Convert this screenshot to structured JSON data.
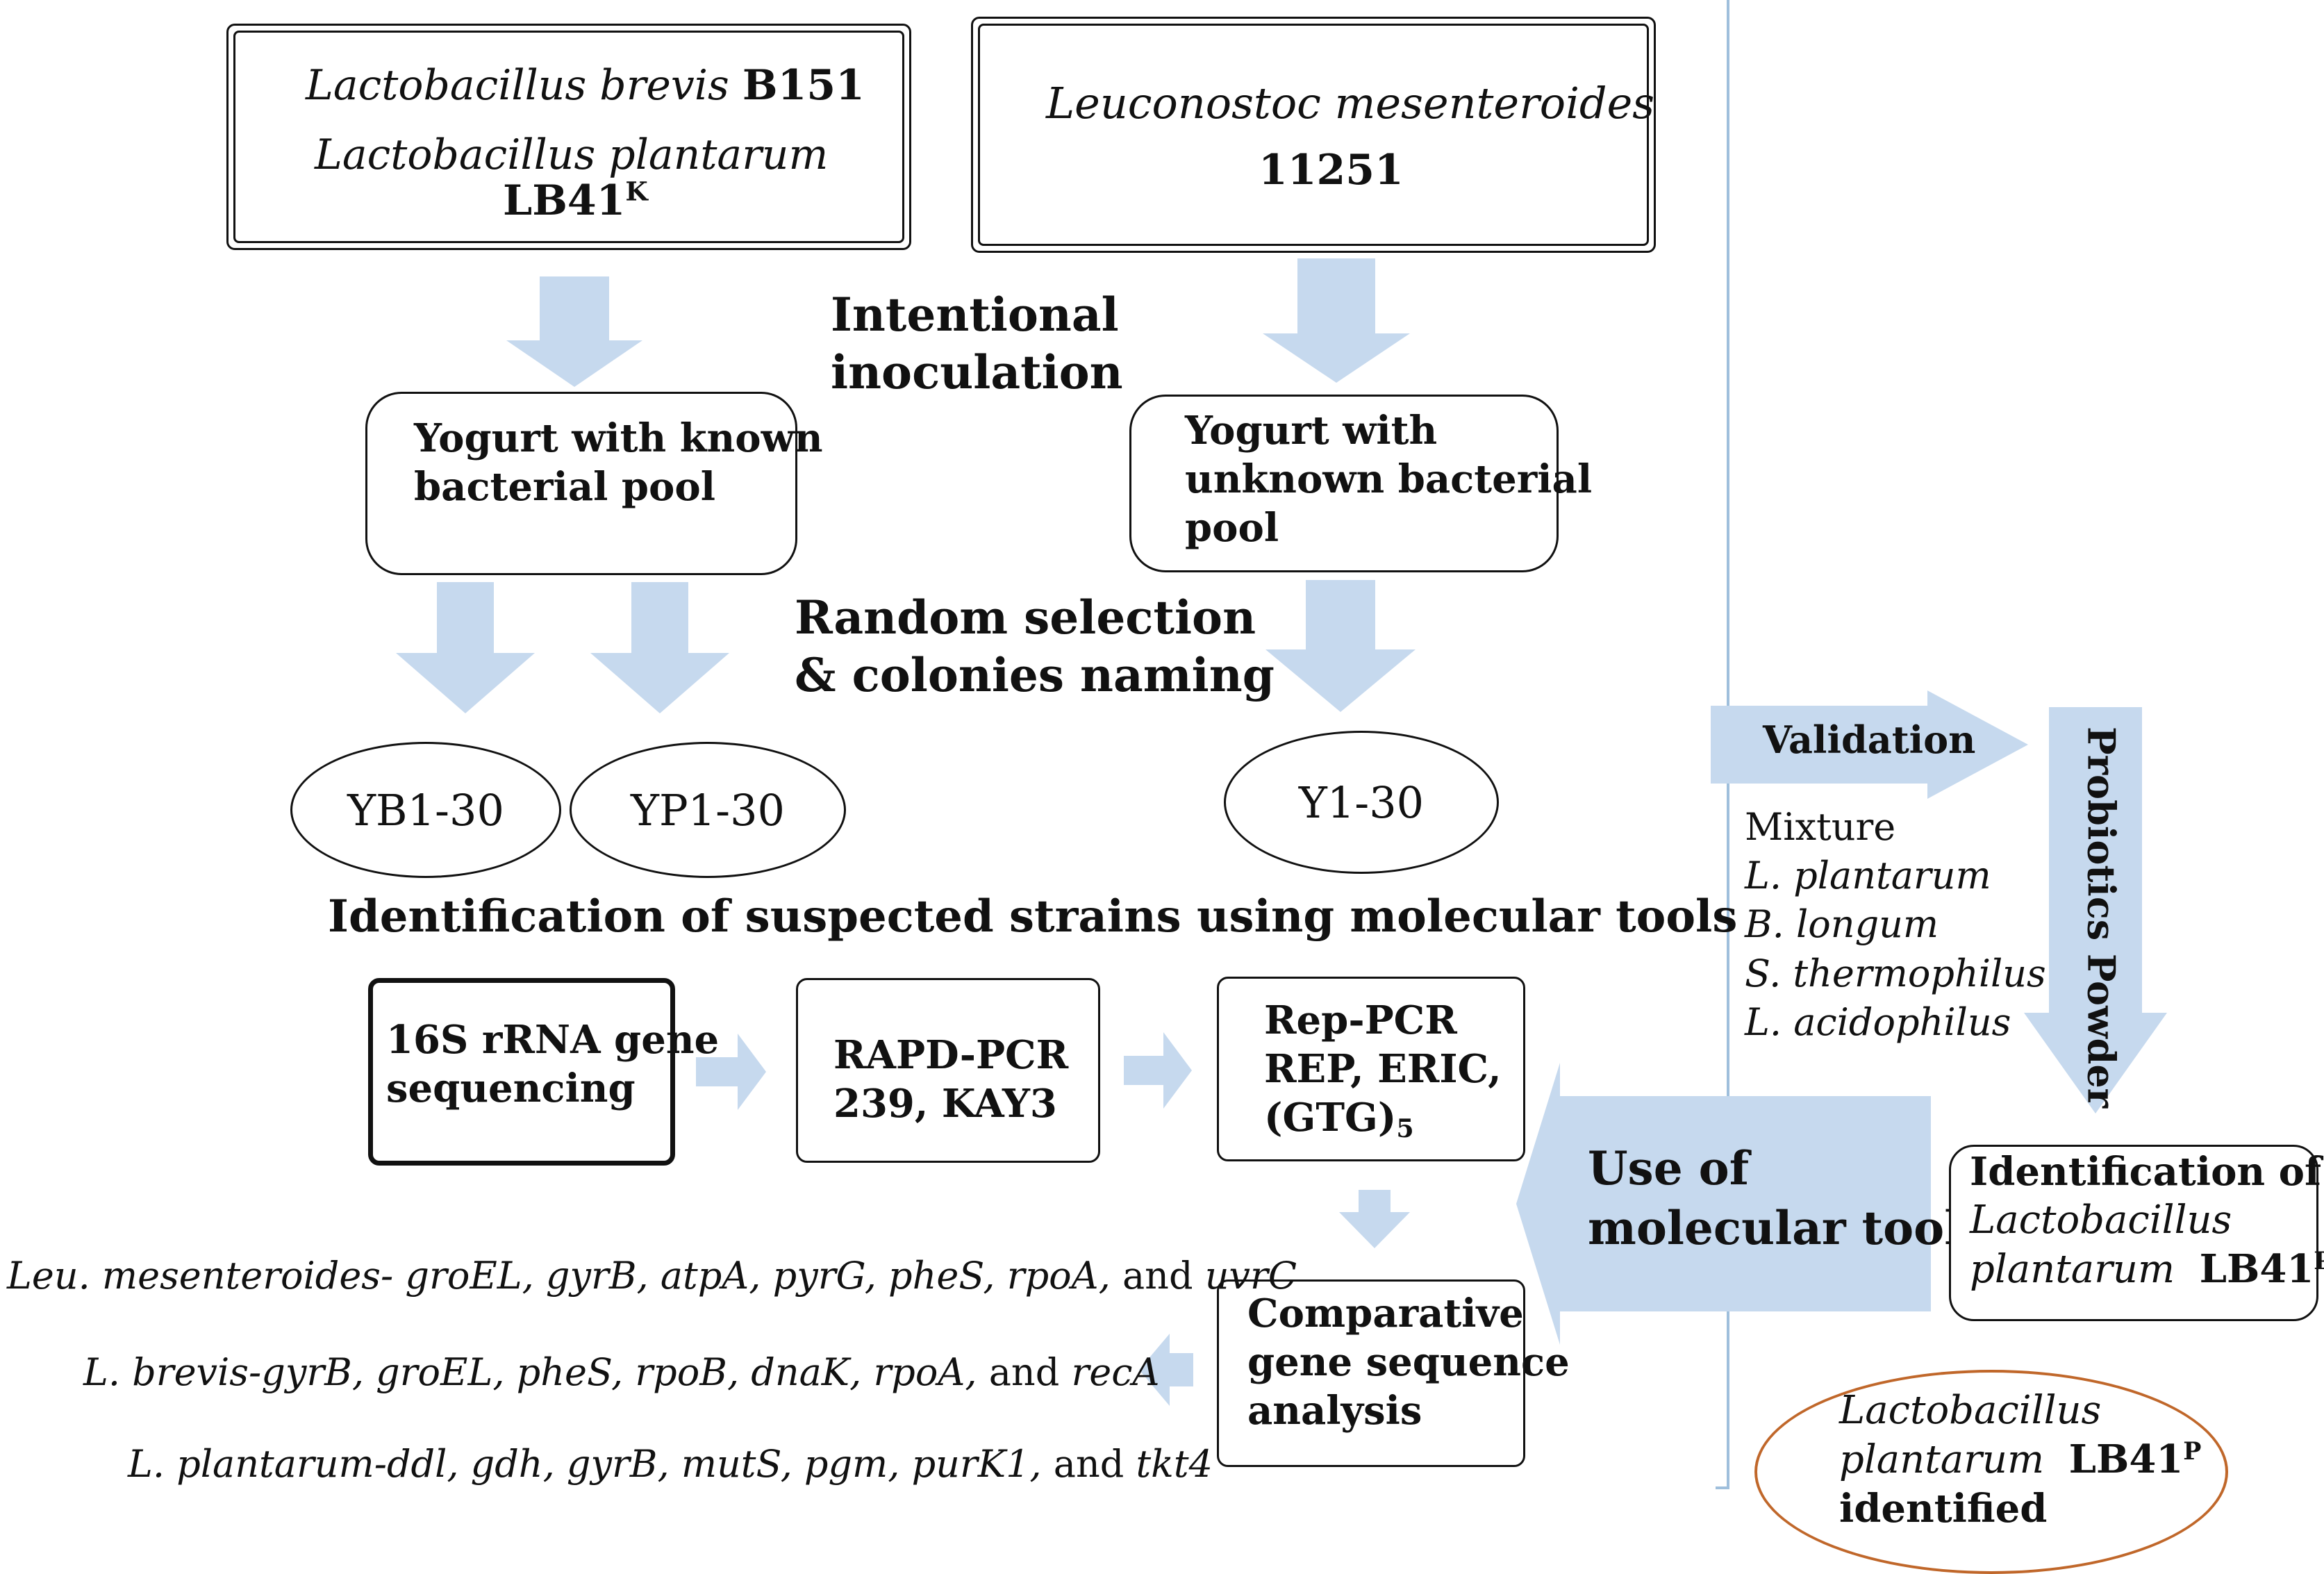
{
  "source_boxes": {
    "left": {
      "line1_species": "Lactobacillus brevis",
      "line1_strain": "B151",
      "line2_species": "Lactobacillus plantarum",
      "line3_strain": "LB41",
      "line3_sup": "K"
    },
    "right": {
      "species": "Leuconostoc mesenteroides",
      "strain": "11251"
    }
  },
  "steps": {
    "inoculation": [
      "Intentional",
      "inoculation"
    ],
    "random_selection": [
      "Random selection",
      "& colonies naming"
    ],
    "identification_heading": "Identification of suspected strains using molecular tools",
    "molecular_tools": [
      "Use of",
      "molecular tools"
    ]
  },
  "yogurts": {
    "known": [
      "Yogurt with known",
      "bacterial pool"
    ],
    "unknown": [
      "Yogurt with",
      "unknown bacterial",
      "pool"
    ]
  },
  "colonies": [
    "YB1-30",
    "YP1-30",
    "Y1-30"
  ],
  "methods": {
    "sequencing": [
      "16S rRNA gene",
      "sequencing"
    ],
    "rapd": [
      "RAPD-PCR",
      "239, KAY3"
    ],
    "rep_line1": "Rep-PCR",
    "rep_line2": "REP, ERIC,",
    "rep_line3_main": "(GTG)",
    "rep_line3_sub": "5",
    "comparative": [
      "Comparative",
      "gene sequence",
      "analysis"
    ]
  },
  "genes": {
    "leu": {
      "prefix": "Leu. mesenteroides- groEL, gyrB, atpA, pyrG, pheS, rpoA,",
      "and": "and",
      "last": "uvrC"
    },
    "brevis": {
      "prefix": "L. brevis-gyrB, groEL, pheS, rpoB, dnaK, rpoA,",
      "and": "and",
      "last": "recA"
    },
    "plantarum": {
      "prefix": "L. plantarum-ddl, gdh, gyrB, mutS, pgm, purK1,",
      "and": "and",
      "last": "tkt4"
    }
  },
  "validation": {
    "label": "Validation",
    "mixture_title": "Mixture",
    "mixture_items": [
      "L. plantarum",
      "B. longum",
      "S. thermophilus",
      "L. acidophilus"
    ],
    "probiotics_label": "Probiotics Powder"
  },
  "identification_box": {
    "line1": "Identification of",
    "line2": "Lactobacillus",
    "line3_species": "plantarum",
    "line3_strain": "LB41",
    "line3_sup": "P"
  },
  "result": {
    "line1": "Lactobacillus",
    "line2_species": "plantarum",
    "line2_strain": "LB41",
    "line2_sup": "P",
    "line3": "identified"
  },
  "colors": {
    "arrow_fill": "#c6d9ee",
    "result_outline": "#c0672a",
    "divider": "#9fbfdc",
    "text": "#111111"
  }
}
